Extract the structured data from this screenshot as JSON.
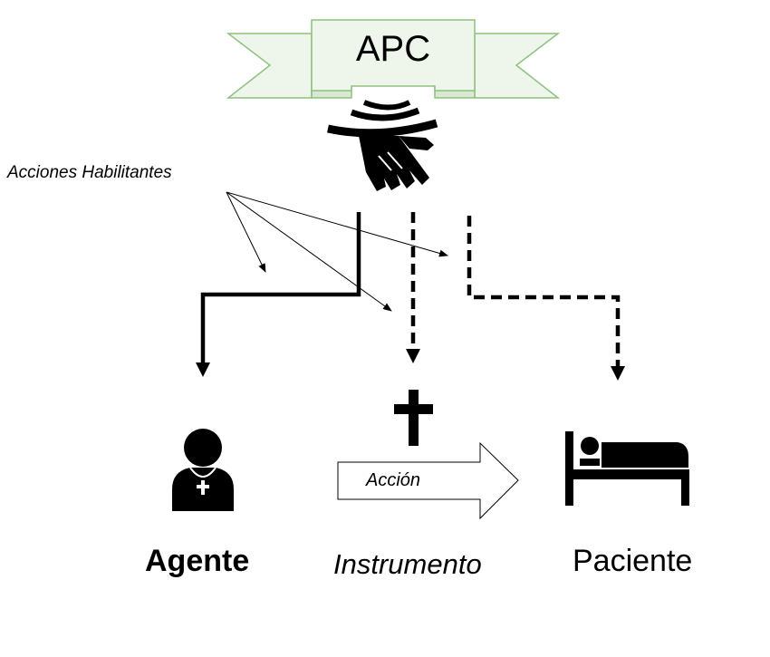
{
  "banner": {
    "title": "APC"
  },
  "annotations": {
    "enabling_actions": "Acciones Habilitantes",
    "action": "Acción"
  },
  "roles": {
    "agent": "Agente",
    "instrument": "Instrumento",
    "patient": "Paciente"
  },
  "icons": {
    "hand": "pointing-hand-icon",
    "agent": "priest-icon",
    "instrument": "cross-icon",
    "patient": "patient-bed-icon"
  },
  "colors": {
    "banner_fill": "#eef5ea",
    "banner_stroke": "#8fc07f",
    "ink": "#000000"
  }
}
